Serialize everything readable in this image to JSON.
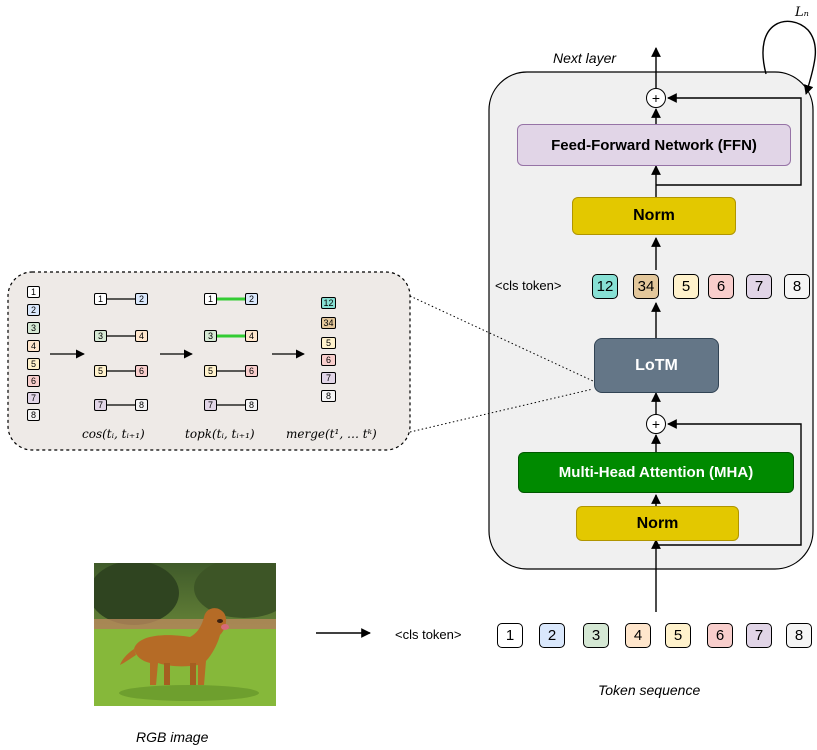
{
  "labels": {
    "next_layer": "Next layer",
    "layer_count": "Lₙ",
    "cls_token": "<cls token>",
    "token_sequence": "Token sequence",
    "rgb_image": "RGB image"
  },
  "blocks": {
    "ffn": "Feed-Forward Network (FFN)",
    "norm_top": "Norm",
    "lotm": "LoTM",
    "mha": "Multi-Head Attention (MHA)",
    "norm_bottom": "Norm"
  },
  "plus_symbol": "+",
  "merged_tokens": [
    "12",
    "34",
    "5",
    "6",
    "7",
    "8"
  ],
  "input_tokens": [
    "1",
    "2",
    "3",
    "4",
    "5",
    "6",
    "7",
    "8"
  ],
  "zoom": {
    "column_tokens": [
      "1",
      "2",
      "3",
      "4",
      "5",
      "6",
      "7",
      "8"
    ],
    "pairs": [
      [
        "1",
        "2"
      ],
      [
        "3",
        "4"
      ],
      [
        "5",
        "6"
      ],
      [
        "7",
        "8"
      ]
    ],
    "merged_column": [
      "12",
      "34",
      "5",
      "6",
      "7",
      "8"
    ],
    "captions": {
      "cos": "cos(tᵢ, tᵢ₊₁)",
      "topk": "topk(tᵢ, tᵢ₊₁)",
      "merge": "merge(t¹, … tᵏ)"
    }
  },
  "colors": {
    "ffn_fill": "#e1d5e7",
    "ffn_border": "#9673a6",
    "norm_fill": "#e3c800",
    "norm_border": "#b09500",
    "lotm_fill": "#647687",
    "lotm_border": "#314354",
    "mha_fill": "#008a00",
    "mha_border": "#005700",
    "layer_panel": "#f0f0f0",
    "zoom_panel": "#eeeae7",
    "highlight_edge": "#33cc33",
    "token_1": "#ffffff",
    "token_2": "#dae8fc",
    "token_3": "#d5e8d4",
    "token_4": "#ffe6cc",
    "token_5": "#fff2cc",
    "token_6": "#f8cecc",
    "token_7": "#e1d5e7",
    "token_8": "#f5f5f5",
    "token_12": "#87e0d4",
    "token_34": "#e3c79b"
  }
}
